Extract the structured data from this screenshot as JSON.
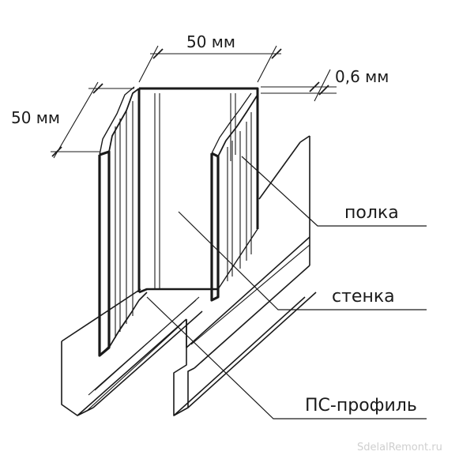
{
  "dimensions": {
    "width_top": "50 мм",
    "depth_left": "50 мм",
    "thickness": "0,6 мм"
  },
  "callouts": {
    "shelf": "полка",
    "wall": "стенка",
    "ps_profile": "ПС-профиль"
  },
  "watermark": "SdelalRemont.ru",
  "colors": {
    "line": "#1a1a1a",
    "background": "#ffffff",
    "watermark": "#cfcfcf"
  }
}
